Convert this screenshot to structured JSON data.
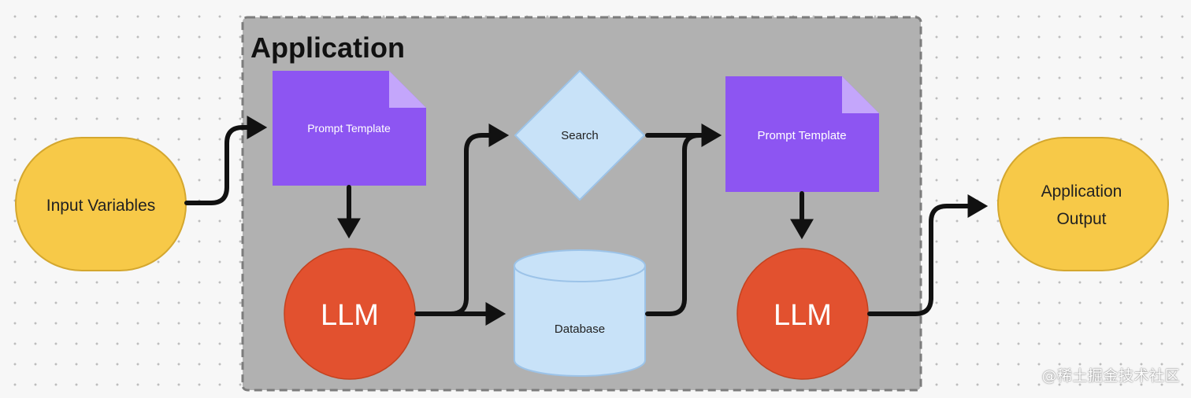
{
  "container": {
    "title": "Application"
  },
  "nodes": {
    "input": {
      "label": "Input Variables"
    },
    "prompt1": {
      "label": "Prompt Template"
    },
    "llm1": {
      "label": "LLM"
    },
    "search": {
      "label": "Search"
    },
    "database": {
      "label": "Database"
    },
    "prompt2": {
      "label": "Prompt Template"
    },
    "llm2": {
      "label": "LLM"
    },
    "output": {
      "line1": "Application",
      "line2": "Output"
    }
  },
  "edges": [
    {
      "from": "input",
      "to": "prompt1"
    },
    {
      "from": "prompt1",
      "to": "llm1"
    },
    {
      "from": "llm1",
      "to": "search"
    },
    {
      "from": "llm1",
      "to": "database"
    },
    {
      "from": "search",
      "to": "prompt2"
    },
    {
      "from": "database",
      "to": "prompt2"
    },
    {
      "from": "prompt2",
      "to": "llm2"
    },
    {
      "from": "llm2",
      "to": "output"
    }
  ],
  "colors": {
    "terminal_fill": "#f7c948",
    "prompt_fill": "#8d55f2",
    "llm_fill": "#e2512f",
    "search_fill": "#c8e2f8",
    "database_fill": "#c8e2f8",
    "container_fill": "#b1b1b1",
    "arrow": "#111111"
  },
  "watermark": "@稀土掘金技术社区"
}
